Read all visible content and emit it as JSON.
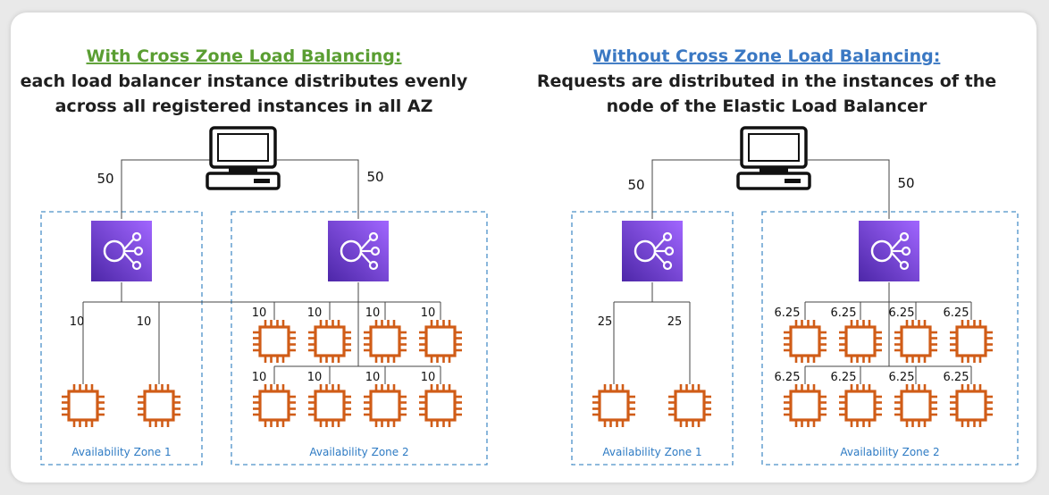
{
  "left_panel": {
    "title": "With Cross Zone Load Balancing:",
    "title_color": "#5a9e32",
    "subtitle_line1": "each load balancer instance distributes evenly",
    "subtitle_line2": "across all registered instances in all AZ",
    "traffic_left": "50",
    "traffic_right": "50",
    "zone1_label": "Availability Zone 1",
    "zone2_label": "Availability Zone 2",
    "zone1_instance_labels": [
      "10",
      "10"
    ],
    "zone2_instance_labels": [
      "10",
      "10",
      "10",
      "10",
      "10",
      "10",
      "10",
      "10"
    ]
  },
  "right_panel": {
    "title": "Without Cross Zone Load Balancing:",
    "title_color": "#3a78c3",
    "subtitle_line1": "Requests are distributed in the instances of the",
    "subtitle_line2": "node of the Elastic Load Balancer",
    "traffic_left": "50",
    "traffic_right": "50",
    "zone1_label": "Availability Zone 1",
    "zone2_label": "Availability Zone 2",
    "zone1_instance_labels": [
      "25",
      "25"
    ],
    "zone2_instance_labels": [
      "6.25",
      "6.25",
      "6.25",
      "6.25",
      "6.25",
      "6.25",
      "6.25",
      "6.25"
    ]
  },
  "colors": {
    "load_balancer": "#7b2fd6",
    "instance": "#d05c17",
    "zone_border": "#4a90c8"
  },
  "icons": {
    "client": "desktop-computer-icon",
    "load_balancer": "elastic-load-balancer-icon",
    "instance": "ec2-instance-chip-icon"
  }
}
